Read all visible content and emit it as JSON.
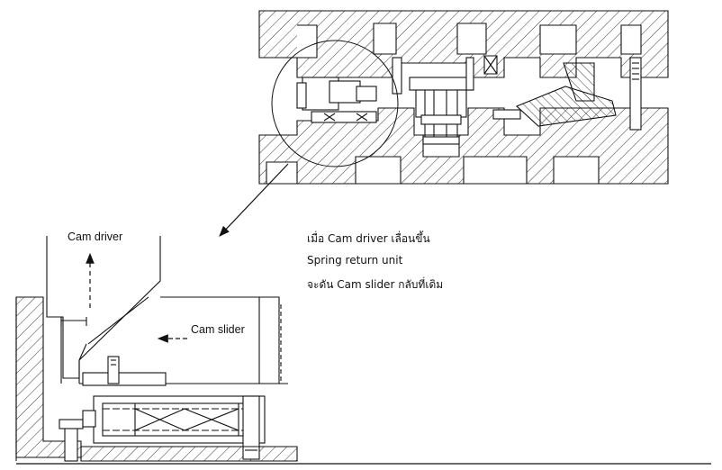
{
  "labels": {
    "cam_driver": "Cam driver",
    "cam_slider": "Cam slider"
  },
  "notes": [
    "เมื่อ Cam driver เลื่อนขึ้น",
    "Spring return unit",
    "จะดัน Cam slider กลับที่เดิม"
  ]
}
